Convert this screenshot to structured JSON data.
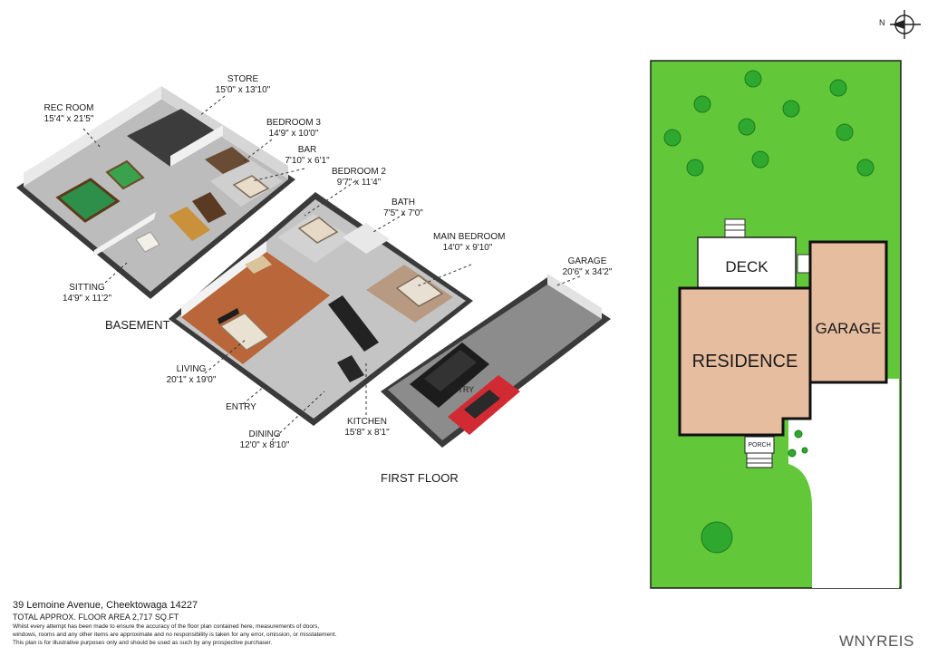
{
  "floorplan": {
    "basement": {
      "title": "BASEMENT",
      "rooms": [
        {
          "name": "REC ROOM",
          "dims": "15'4\" x 21'5\""
        },
        {
          "name": "STORE",
          "dims": "15'0\" x 13'10\""
        },
        {
          "name": "BEDROOM 3",
          "dims": "14'9\" x 10'0\""
        },
        {
          "name": "BAR",
          "dims": "7'10\" x 6'1\""
        },
        {
          "name": "SITTING",
          "dims": "14'9\" x 11'2\""
        }
      ]
    },
    "first_floor": {
      "title": "FIRST FLOOR",
      "rooms": [
        {
          "name": "BEDROOM 2",
          "dims": "9'7\" x 11'4\""
        },
        {
          "name": "BATH",
          "dims": "7'5\" x 7'0\""
        },
        {
          "name": "MAIN BEDROOM",
          "dims": "14'0\" x 9'10\""
        },
        {
          "name": "GARAGE",
          "dims": "20'6\" x 34'2\""
        },
        {
          "name": "LIVING",
          "dims": "20'1\" x 19'0\""
        },
        {
          "name": "ENTRY",
          "dims": ""
        },
        {
          "name": "DINING",
          "dims": "12'0\" x 8'10\""
        },
        {
          "name": "KITCHEN",
          "dims": "15'8\" x 8'1\""
        }
      ],
      "entry_in_garage": "ENTRY"
    }
  },
  "siteplan": {
    "compass_label": "N",
    "deck": "DECK",
    "garage": "GARAGE",
    "residence": "RESIDENCE",
    "porch": "PORCH"
  },
  "footer": {
    "address": "39 Lemoine Avenue, Cheektowaga 14227",
    "area": "TOTAL APPROX. FLOOR AREA 2,717 SQ.FT",
    "disclaimer_1": "Whilst every attempt has been made to ensure the accuracy of the floor plan contained here, measurements of doors,",
    "disclaimer_2": "windows, rooms and any other items are approximate and no responsibility is taken for any error, omission, or misstatement.",
    "disclaimer_3": "This plan is for illustrative purposes only and should be used as such by any prospective purchaser.",
    "watermark": "WNYREIS"
  },
  "colors": {
    "lawn": "#62c83a",
    "residence": "#e6bd9f",
    "floor_gray": "#b9b9b9",
    "wood_floor": "#b8663a",
    "wall_dark": "#2a2a2a"
  }
}
